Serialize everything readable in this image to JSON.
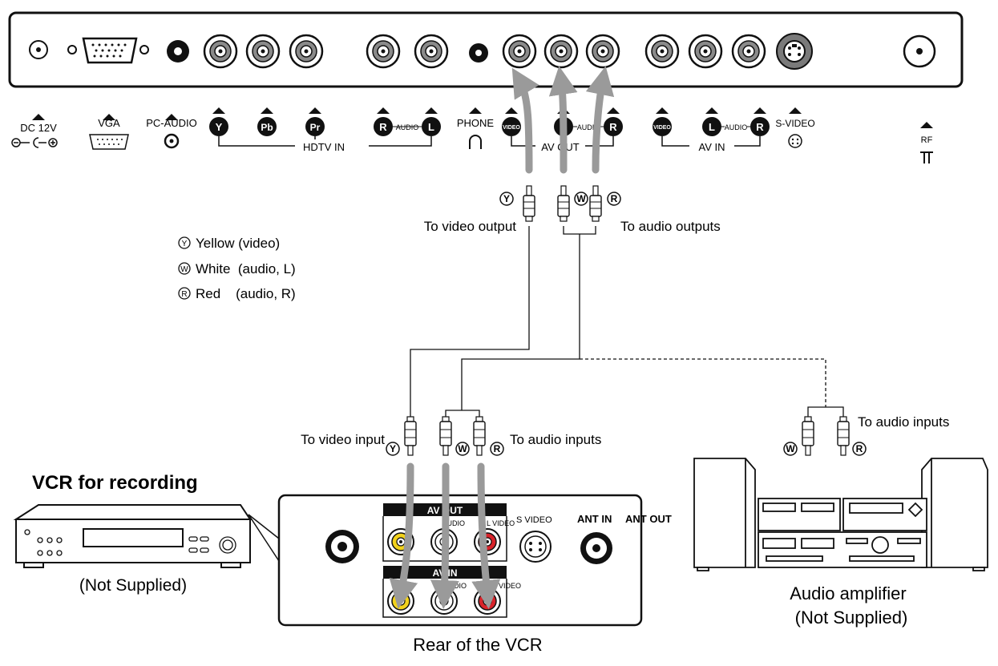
{
  "tv_panel": {
    "dc": "DC 12V",
    "vga": "VGA",
    "pc_audio": "PC-AUDIO",
    "y": "Y",
    "pb": "Pb",
    "pr": "Pr",
    "hdtv_in": "HDTV IN",
    "r": "R",
    "l": "L",
    "audio": "AUDIO",
    "phone": "PHONE",
    "video": "VIDEO",
    "av_out": "AV OUT",
    "av_in": "AV IN",
    "s_video": "S-VIDEO",
    "rf": "RF"
  },
  "cable_labels": {
    "to_video_output": "To video output",
    "to_audio_outputs": "To audio outputs",
    "to_video_input": "To video input",
    "to_audio_inputs_vcr": "To audio inputs",
    "to_audio_inputs_amp": "To audio inputs",
    "y": "Y",
    "w": "W",
    "r": "R"
  },
  "legend": [
    {
      "sym": "Y",
      "text": "Yellow (video)"
    },
    {
      "sym": "W",
      "text": "White  (audio, L)"
    },
    {
      "sym": "R",
      "text": "Red    (audio, R)"
    }
  ],
  "vcr": {
    "title": "VCR for recording",
    "not_supplied": "(Not Supplied)",
    "rear_caption": "Rear of the VCR",
    "av_out": "AV OUT",
    "av_in": "AV IN",
    "audio_out": "AUDIO",
    "rl_video": "R L VIDEO",
    "audio_in": "AUDIO",
    "video_in": "VIDEO",
    "s_video": "S VIDEO",
    "ant_in": "ANT IN",
    "ant_out": "ANT OUT"
  },
  "amplifier": {
    "title": "Audio amplifier",
    "not_supplied": "(Not Supplied)"
  },
  "colors": {
    "yellow": "#f2d21b",
    "red": "#d8232a",
    "arrow": "#9a9a9a"
  }
}
